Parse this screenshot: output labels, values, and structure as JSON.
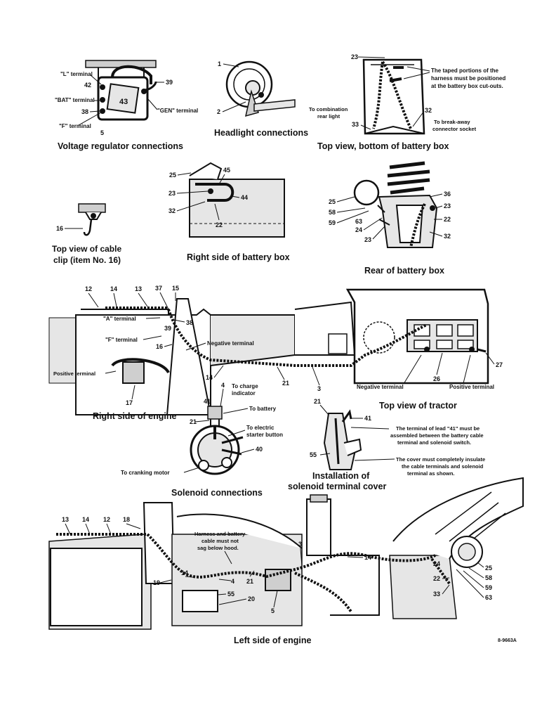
{
  "captions": {
    "voltage_regulator": "Voltage regulator connections",
    "headlight": "Headlight connections",
    "battery_box_bottom": "Top view, bottom of battery box",
    "cable_clip_l1": "Top view of cable",
    "cable_clip_l2": "clip (item No. 16)",
    "battery_right": "Right side of battery box",
    "battery_rear": "Rear of battery box",
    "right_engine": "Right side of engine",
    "top_view": "Top view of tractor",
    "solenoid": "Solenoid connections",
    "install_cover_l1": "Installation of",
    "install_cover_l2": "solenoid terminal cover",
    "left_engine": "Left side of engine",
    "figure_code": "8-9663A"
  },
  "regulator": {
    "l_terminal": "\"L\" terminal",
    "bat_terminal": "\"BAT\" terminal",
    "f_terminal": "\"F\" terminal",
    "gen_terminal": "\"GEN\" terminal",
    "n42": "42",
    "n38": "38",
    "n43": "43",
    "n5": "5",
    "n39": "39"
  },
  "headlight": {
    "n1": "1",
    "n2": "2"
  },
  "battery_bottom": {
    "n23": "23",
    "n33": "33",
    "n32": "32",
    "note_taped_l1": "The taped portions of the",
    "note_taped_l2": "harness must be positioned",
    "note_taped_l3": "at the battery box cut-outs.",
    "to_combination_l1": "To combination",
    "to_combination_l2": "rear light",
    "to_breakaway_l1": "To break-away",
    "to_breakaway_l2": "connector socket"
  },
  "cable_clip": {
    "n16": "16"
  },
  "battery_right": {
    "n25": "25",
    "n45": "45",
    "n23": "23",
    "n44": "44",
    "n32": "32",
    "n22": "22"
  },
  "battery_rear": {
    "n25": "25",
    "n58": "58",
    "n59": "59",
    "n63": "63",
    "n24": "24",
    "n23a": "23",
    "n36": "36",
    "n23b": "23",
    "n22": "22",
    "n32": "32"
  },
  "right_engine": {
    "n12": "12",
    "n14": "14",
    "n13": "13",
    "n37": "37",
    "n15": "15",
    "a_terminal": "\"A\" terminal",
    "f_terminal": "\"F\" terminal",
    "n39": "39",
    "n38": "38",
    "n16": "16",
    "negative_terminal": "Negative terminal",
    "positive_terminal": "Positive terminal",
    "n14b": "14",
    "n21": "21",
    "n3": "3",
    "n17": "17"
  },
  "top_view": {
    "negative_terminal": "Negative terminal",
    "positive_terminal": "Positive terminal",
    "n26": "26",
    "n27": "27"
  },
  "solenoid": {
    "n41": "41",
    "n4": "4",
    "n21a": "21",
    "n21b": "21",
    "n40": "40",
    "to_charge_l1": "To charge",
    "to_charge_l2": "indicator",
    "to_battery": "To battery",
    "to_electric_l1": "To electric",
    "to_electric_l2": "starter button",
    "to_cranking": "To cranking motor"
  },
  "cover": {
    "n21": "21",
    "n41": "41",
    "n55": "55",
    "note1_l1": "The terminal of lead \"41\" must be",
    "note1_l2": "assembled between the battery cable",
    "note1_l3": "terminal and solenoid switch.",
    "note2_l1": "The cover must completely insulate",
    "note2_l2": "the cable terminals and solenoid",
    "note2_l3": "terminal as shown."
  },
  "left_engine": {
    "n13": "13",
    "n14a": "14",
    "n12": "12",
    "n18": "18",
    "harness_l1": "Harness and battery",
    "harness_l2": "cable must not",
    "harness_l3": "sag below hood.",
    "n3": "3",
    "n14b": "14",
    "n14c": "14",
    "n19": "19",
    "n4": "4",
    "n21": "21",
    "n55": "55",
    "n20": "20",
    "n5": "5",
    "n24": "24",
    "n25": "25",
    "n22": "22",
    "n58": "58",
    "n59": "59",
    "n33": "33",
    "n63": "63"
  }
}
